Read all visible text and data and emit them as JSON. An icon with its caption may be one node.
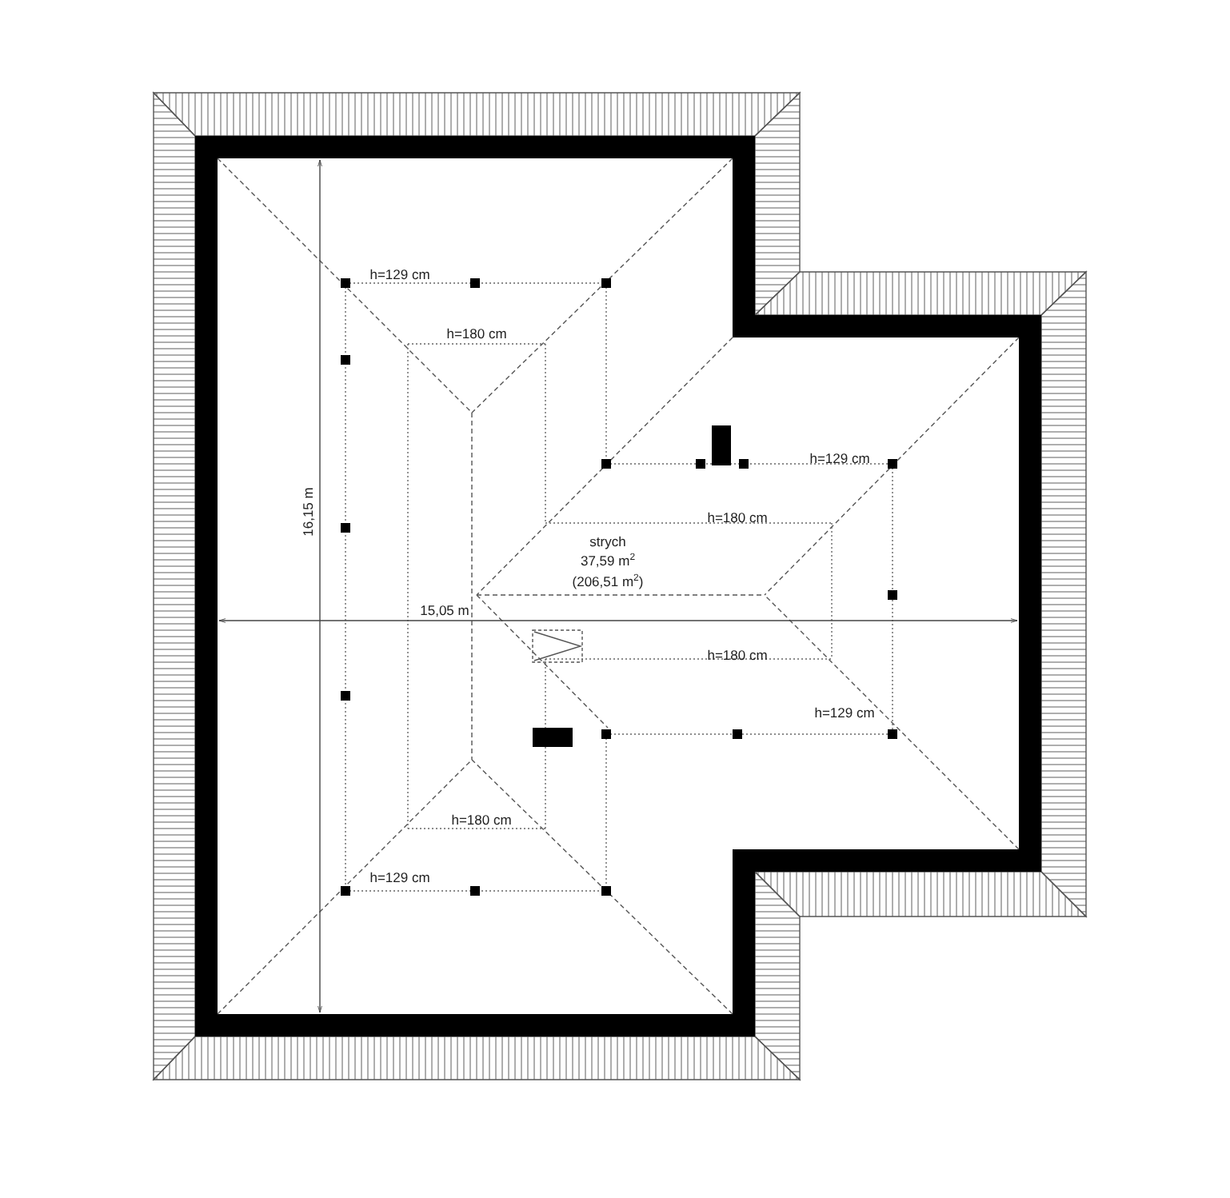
{
  "diagram": {
    "labels": [
      "h=129 cm",
      "h=180 cm",
      "h=129 cm",
      "16,15 m",
      "h=180 cm",
      "strych",
      "37,59 m$^{2}$",
      "(206,51 m$^{2}$)",
      "15,05 m",
      "h=180 cm",
      "h=129 cm",
      "h=180 cm",
      "h=129 cm"
    ]
  }
}
